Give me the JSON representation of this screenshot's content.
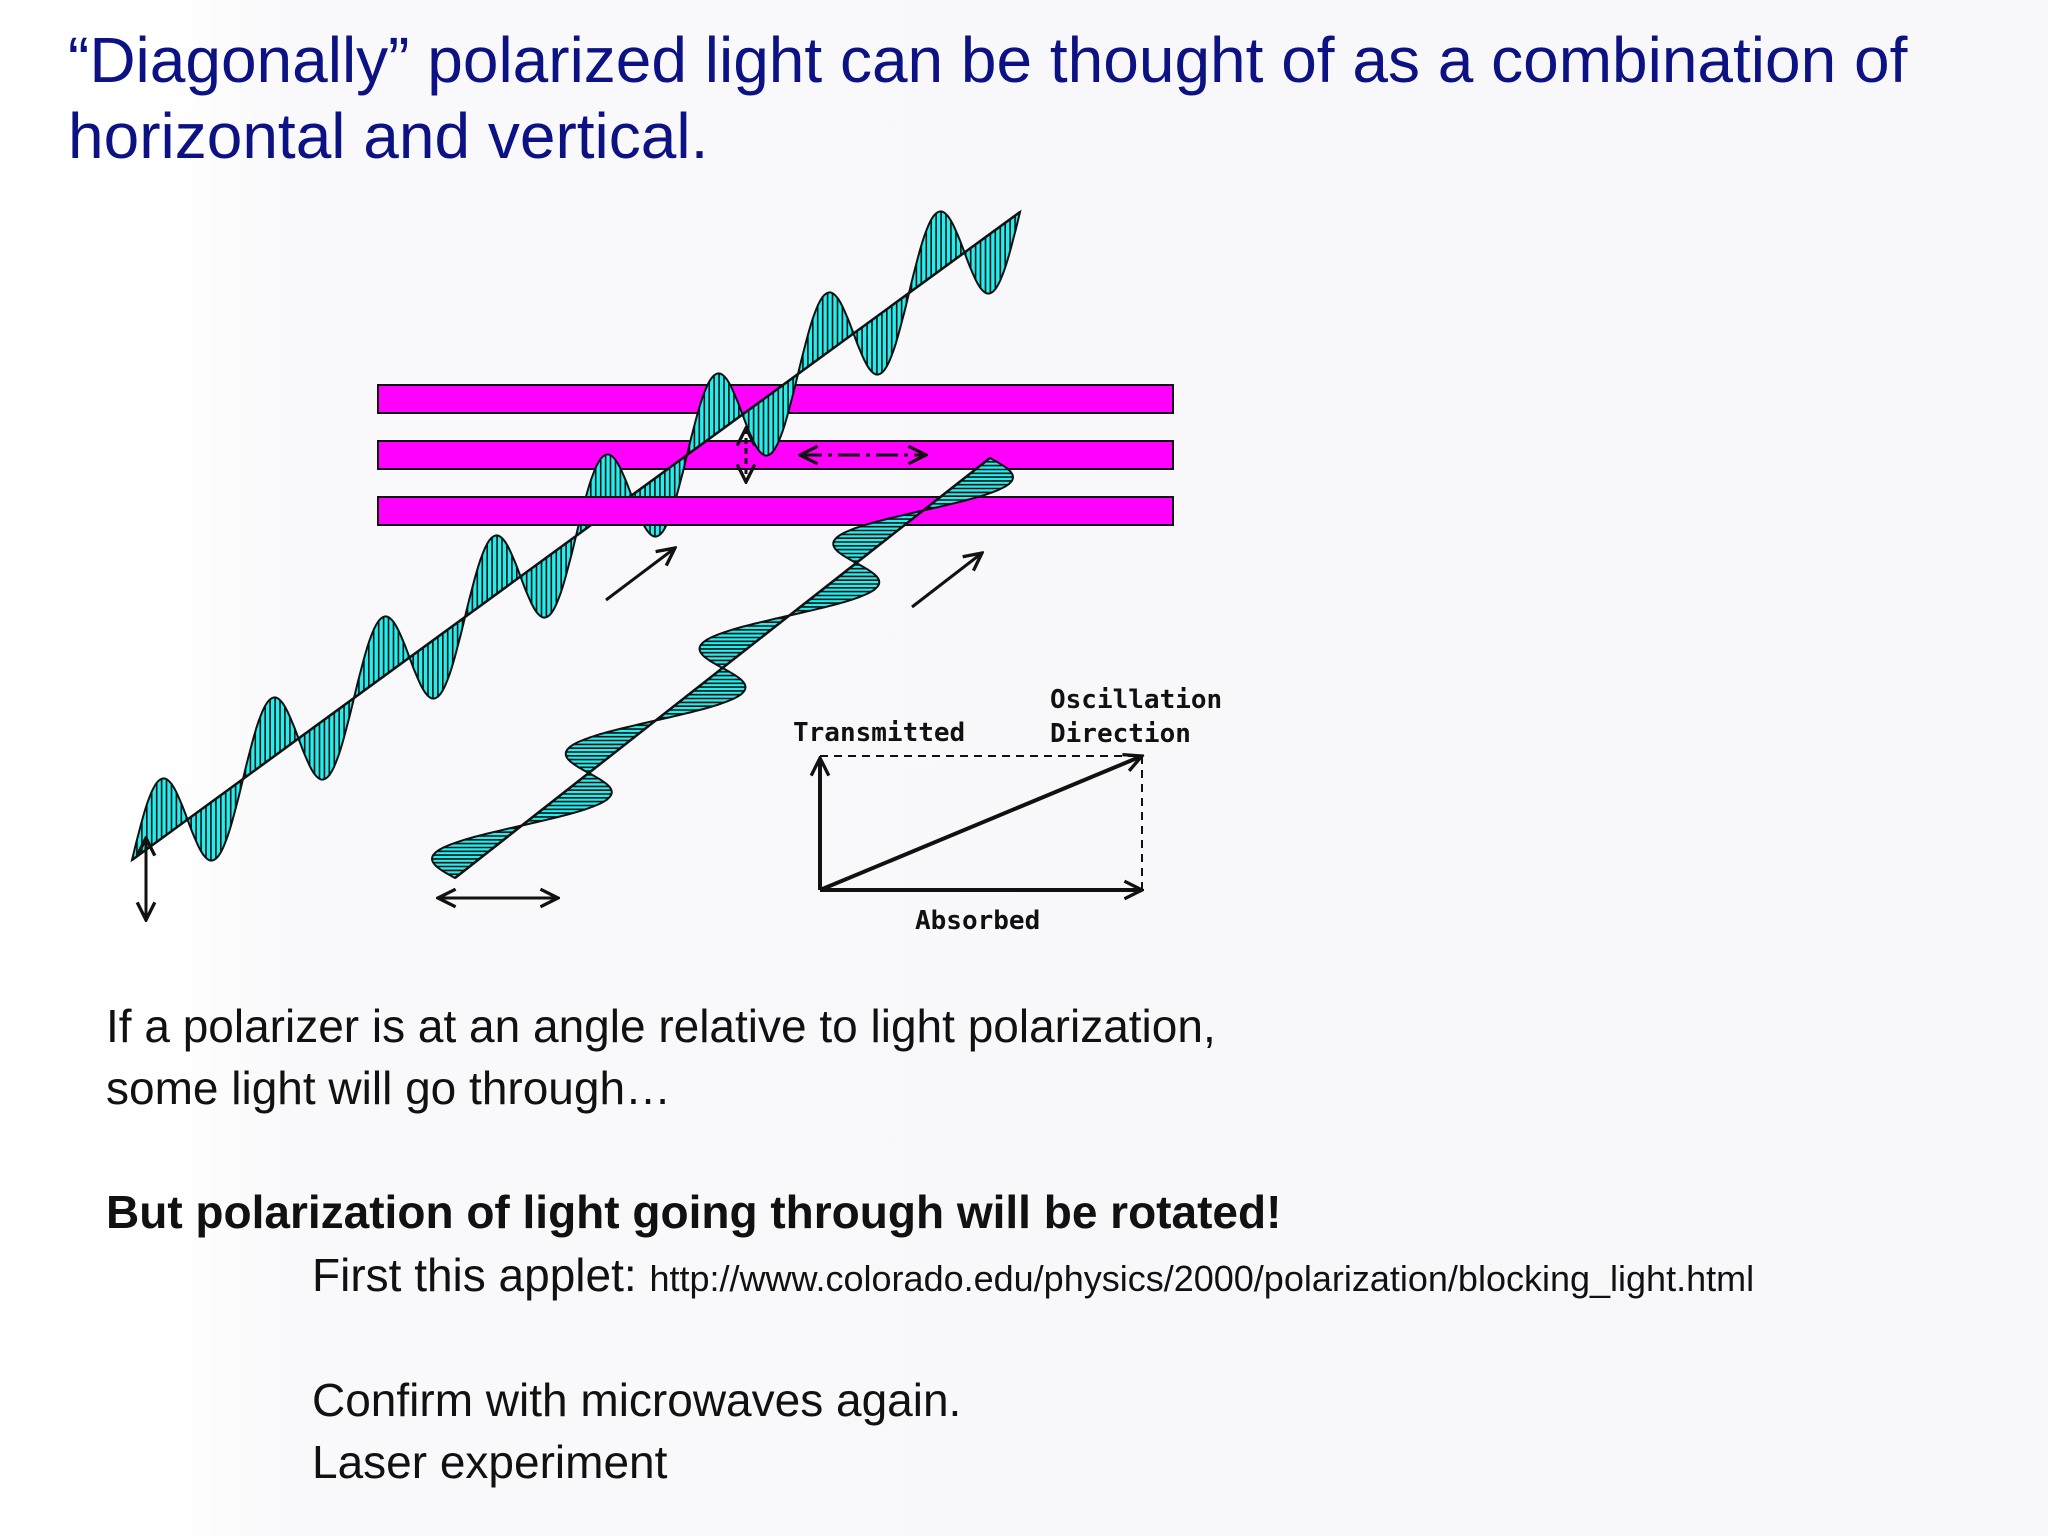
{
  "slide": {
    "title": "“Diagonally” polarized light can be thought of as a combination of horizontal and vertical.",
    "figure_labels": {
      "transmitted": "Transmitted",
      "oscillation_line1": "Oscillation",
      "oscillation_line2": "Direction",
      "absorbed": "Absorbed"
    },
    "colors": {
      "title": "#0c1283",
      "polarizer_bars": "#ff00ff",
      "wave_fill": "#22eeee"
    },
    "body": {
      "line1": "If a polarizer is at an angle relative to light polarization,",
      "line2": "some light will go through…",
      "bold_line": "But polarization of light going through will be rotated!",
      "applet_prefix": "First this applet: ",
      "applet_url": "http://www.colorado.edu/physics/2000/polarization/blocking_light.html",
      "confirm": "Confirm with microwaves again.",
      "laser": "Laser experiment"
    }
  }
}
